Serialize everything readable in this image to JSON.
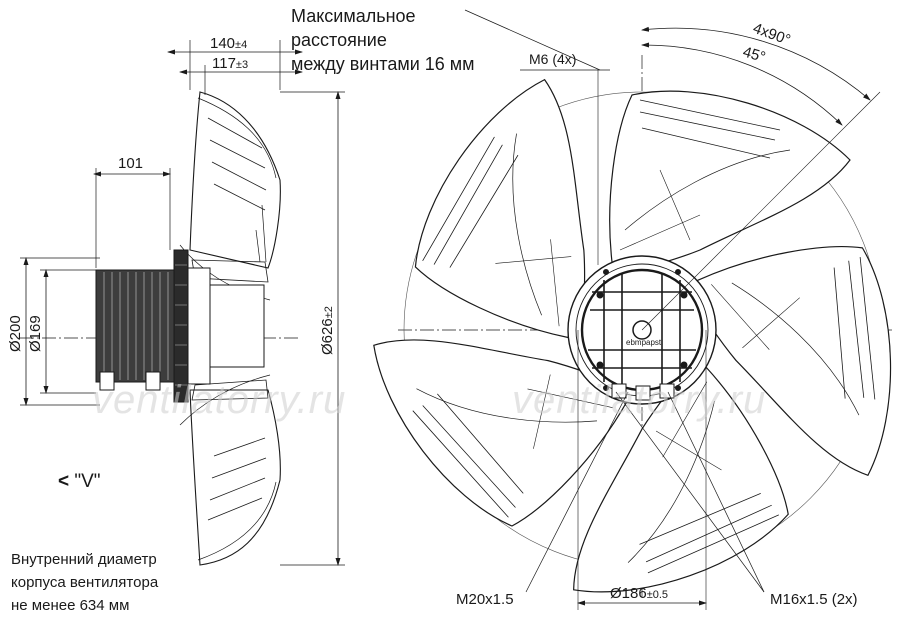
{
  "notes": {
    "top": [
      "Максимальное",
      "расстояние",
      "между винтами 16 мм"
    ],
    "bottom": [
      "Внутренний диаметр",
      "корпуса вентилятора",
      "не менее 634 мм"
    ]
  },
  "view_label": {
    "arrow": "<",
    "name": "\"V\""
  },
  "watermark": "ventilatorry.ru",
  "side_dims": {
    "d140": {
      "value": "140",
      "tol": "±4"
    },
    "d117": {
      "value": "117",
      "tol": "±3"
    },
    "d101": {
      "value": "101",
      "tol": ""
    },
    "d200": {
      "value": "Ø200",
      "tol": ""
    },
    "d169": {
      "value": "Ø169",
      "tol": ""
    },
    "d626": {
      "value": "Ø626",
      "tol": "±2"
    }
  },
  "front_dims": {
    "m6": "M6 (4x)",
    "angle_4x90": "4x90°",
    "angle_45": "45°",
    "m20": "M20x1.5",
    "d186": {
      "value": "Ø186",
      "tol": "±0.5"
    },
    "m16": "M16x1.5 (2x)"
  },
  "hub_logo": "ebmpapst"
}
